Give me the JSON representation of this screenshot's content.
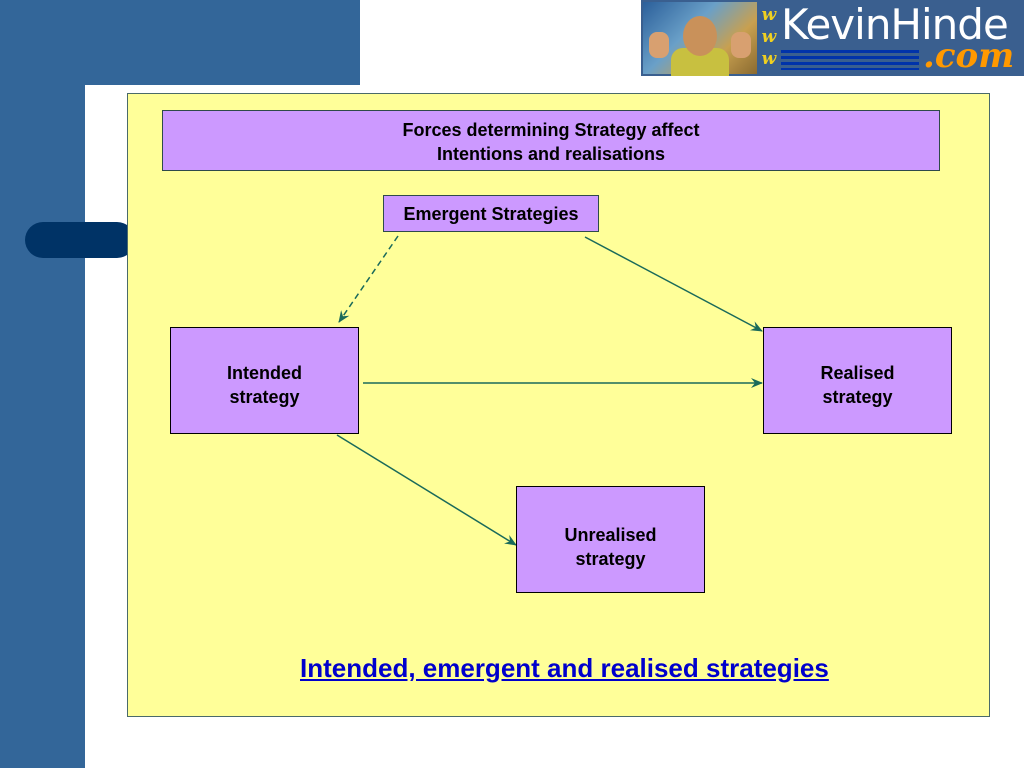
{
  "logo": {
    "www": [
      "w",
      "w",
      "w"
    ],
    "name": "KevinHinde",
    "domain": ".com"
  },
  "diagram": {
    "forces": {
      "line1": "Forces determining Strategy affect",
      "line2": "Intentions and realisations"
    },
    "emergent": "Emergent Strategies",
    "intended": {
      "line1": "Intended",
      "line2": "strategy"
    },
    "realised": {
      "line1": "Realised",
      "line2": "strategy"
    },
    "unrealised": {
      "line1": "Unrealised",
      "line2": "strategy"
    }
  },
  "caption": "Intended, emergent and realised strategies",
  "colors": {
    "side_band": "#336699",
    "panel": "#ffff99",
    "box": "#cc99ff",
    "arrow": "#1a6a5a",
    "caption": "#0000cc"
  }
}
